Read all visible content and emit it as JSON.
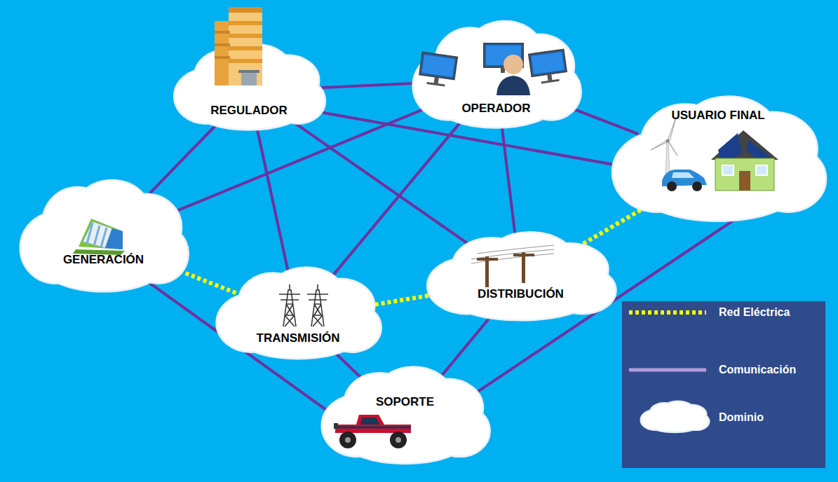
{
  "diagram": {
    "nodes": [
      {
        "text": [
          "REGULADOR"
        ]
      },
      {
        "text": [
          "OPERADOR"
        ]
      },
      {
        "text": [
          "USUARIO FINAL"
        ]
      },
      {
        "text": [
          "GENERACIÓN"
        ]
      },
      {
        "text": [
          "DISTRIBUCIÓN"
        ]
      },
      {
        "text": [
          "TRANSMISIÓN"
        ]
      },
      {
        "text": [
          "SOPORTE"
        ]
      }
    ],
    "edges": [
      {
        "from": 0,
        "to": 1,
        "arrow": "none"
      },
      {
        "from": 0,
        "to": 3,
        "arrow": "none"
      },
      {
        "from": 0,
        "to": 5,
        "arrow": "none"
      },
      {
        "from": 0,
        "to": 4,
        "arrow": "none"
      },
      {
        "from": 0,
        "to": 2,
        "arrow": "none"
      },
      {
        "from": 1,
        "to": 2,
        "arrow": "none"
      },
      {
        "from": 1,
        "to": 3,
        "arrow": "none"
      },
      {
        "from": 1,
        "to": 5,
        "arrow": "none"
      },
      {
        "from": 1,
        "to": 4,
        "arrow": "none"
      },
      {
        "from": 3,
        "to": 6,
        "arrow": "none"
      },
      {
        "from": 5,
        "to": 6,
        "arrow": "none"
      },
      {
        "from": 4,
        "to": 6,
        "arrow": "none"
      },
      {
        "from": 2,
        "to": 6,
        "arrow": "none"
      },
      {
        "from": 3,
        "to": 5,
        "arrow": "none"
      },
      {
        "from": 5,
        "to": 4,
        "arrow": "none"
      },
      {
        "from": 4,
        "to": 2,
        "arrow": "none"
      }
    ],
    "legend": [
      {
        "text": "Red Eléctrica"
      },
      {
        "text": "Comunicación"
      },
      {
        "text": "Dominio"
      }
    ]
  }
}
